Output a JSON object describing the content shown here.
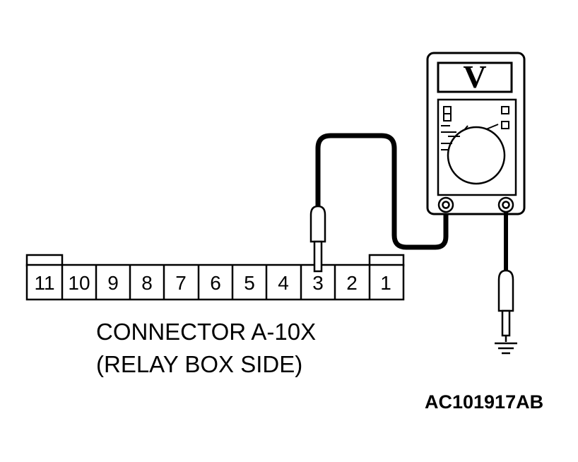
{
  "connector": {
    "pins": [
      "11",
      "10",
      "9",
      "8",
      "7",
      "6",
      "5",
      "4",
      "3",
      "2",
      "1"
    ],
    "probed_pin": "3",
    "caption_line1": "CONNECTOR A-10X",
    "caption_line2": "(RELAY BOX SIDE)"
  },
  "meter": {
    "display": "V"
  },
  "figure_code": "AC101917AB"
}
